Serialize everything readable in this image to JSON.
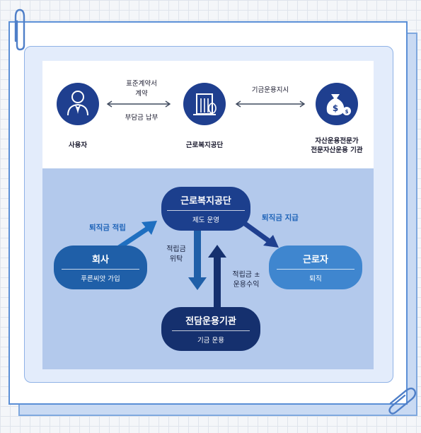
{
  "top": {
    "employer": "사용자",
    "kcomwel": "근로복지공단",
    "expert_line1": "자산운용전문가",
    "expert_line2": "전문자산운용 기관",
    "contract_line1": "표준계약서",
    "contract_line2": "계약",
    "payment": "부담금 납부",
    "instruction": "기금운용지시"
  },
  "bottom": {
    "kcomwel": {
      "title": "근로복지공단",
      "sub": "제도 운영"
    },
    "company": {
      "title": "회사",
      "sub": "푸른씨앗 가입"
    },
    "worker": {
      "title": "근로자",
      "sub": "퇴직"
    },
    "manager": {
      "title": "전담운용기관",
      "sub": "기금 운용"
    },
    "accumulate_label": "퇴직금 적립",
    "pay_label": "퇴직금 지급",
    "entrust_line1": "적립금",
    "entrust_line2": "위탁",
    "return_line1": "적립금 ±",
    "return_line2": "운용수익"
  },
  "colors": {
    "circle": "#1f3f8f",
    "kcomwel_pill": "#1c3f8d",
    "company_pill": "#1f5fa8",
    "worker_pill": "#3f86cf",
    "manager_pill": "#15306e"
  }
}
